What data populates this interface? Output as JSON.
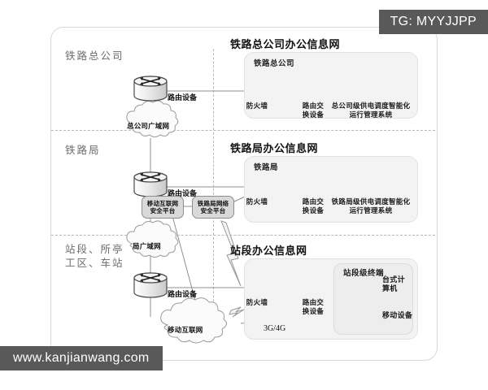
{
  "watermarks": {
    "top_tag": "TG: MYYJJPP",
    "bottom_tag": "www.kanjianwang.com"
  },
  "diagram": {
    "type": "network-topology",
    "zones": [
      {
        "id": "headquarters",
        "zone_label": "铁路总公司",
        "section_title": "铁路总公司办公信息网",
        "panel_title": "铁路总公司",
        "router_label": "路由设备",
        "cloud_label": "总公司广域网",
        "nodes": [
          {
            "name": "firewall",
            "label": "防火墙"
          },
          {
            "name": "switch",
            "label": "路由交\n换设备"
          },
          {
            "name": "server-system",
            "label": "总公司级供电调度智能化\n运行管理系统"
          }
        ]
      },
      {
        "id": "railway-bureau",
        "zone_label": "铁路局",
        "section_title": "铁路局办公信息网",
        "panel_title": "铁路局",
        "router_label": "路由设备",
        "cloud_label": "局广域网",
        "platforms": [
          {
            "name": "mobile-internet-security-platform",
            "label": "移动互联网\n安全平台"
          },
          {
            "name": "bureau-network-security-platform",
            "label": "铁路局网络\n安全平台"
          }
        ],
        "nodes": [
          {
            "name": "firewall",
            "label": "防火墙"
          },
          {
            "name": "switch",
            "label": "路由交\n换设备"
          },
          {
            "name": "server-system",
            "label": "铁路局级供电调度智能化\n运行管理系统"
          }
        ]
      },
      {
        "id": "station-depot",
        "zone_label": "站段、所亭\n工区、车站",
        "section_title": "站段办公信息网",
        "panel_title": "站段级终端",
        "router_label": "路由设备",
        "cloud_label": "移动互联网",
        "wireless_label": "3G/4G",
        "nodes": [
          {
            "name": "firewall",
            "label": "防火墙"
          },
          {
            "name": "switch",
            "label": "路由交\n换设备"
          },
          {
            "name": "desktop-computer",
            "label": "台式计\n算机"
          },
          {
            "name": "mobile-device",
            "label": "移动设备"
          }
        ]
      }
    ]
  },
  "colors": {
    "tag_background": "#595959",
    "tag_text": "#ffffff",
    "panel_background": "#f3f3f3",
    "platform_box": "#d9d9d9",
    "divider": "#b8b8b8",
    "line": "#8f8f8f"
  }
}
